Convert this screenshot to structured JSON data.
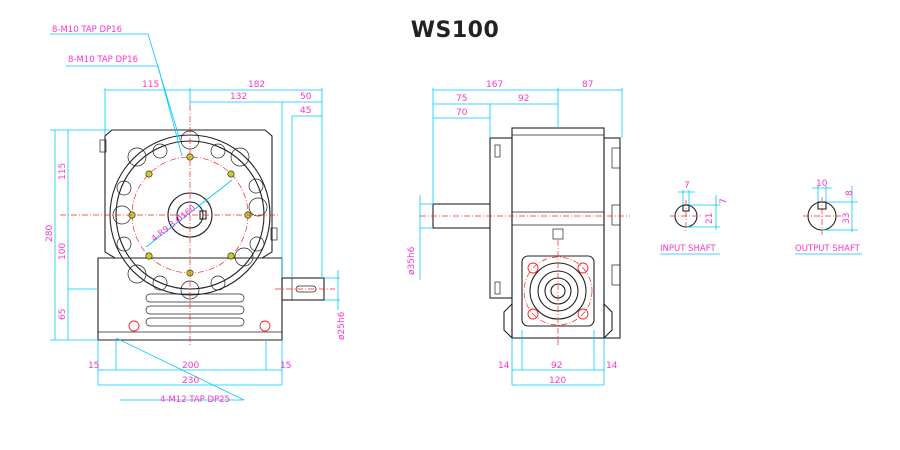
{
  "title": "WS100",
  "annotations": {
    "tap_top_1": "8-M10 TAP DP16",
    "tap_top_2": "8-M10 TAP DP16",
    "tap_bottom": "4-M12 TAP DP25",
    "flange_pcd": "4-R9.3 Ø160"
  },
  "front_view": {
    "dim_115_top": "115",
    "dim_182": "182",
    "dim_132": "132",
    "dim_50": "50",
    "dim_45": "45",
    "dim_115_left": "115",
    "dim_280": "280",
    "dim_100": "100",
    "dim_65": "65",
    "dim_15_left": "15",
    "dim_200": "200",
    "dim_15_right": "15",
    "dim_230": "230",
    "shaft_dia": "ø25h6"
  },
  "side_view": {
    "dim_167": "167",
    "dim_87": "87",
    "dim_75": "75",
    "dim_92_top": "92",
    "dim_70": "70",
    "shaft_dia": "ø35h6",
    "dim_14_left": "14",
    "dim_92_bottom": "92",
    "dim_14_right": "14",
    "dim_120": "120"
  },
  "input_shaft": {
    "label": "INPUT SHAFT",
    "dim_7_top": "7",
    "dim_7_side": "7",
    "dim_21": "21"
  },
  "output_shaft": {
    "label": "OUTPUT SHAFT",
    "dim_10": "10",
    "dim_8": "8",
    "dim_33": "33"
  },
  "colors": {
    "outline": "#222222",
    "dimension_text": "#ff33cc",
    "dimension_line": "#00c8ff",
    "center_line": "#ff2222",
    "tap_hole": "#c6cc2a"
  }
}
